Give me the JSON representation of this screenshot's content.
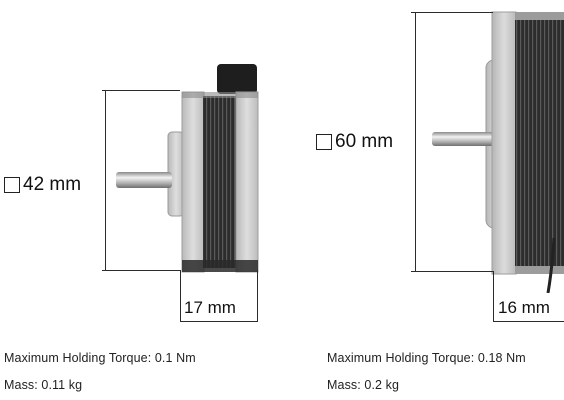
{
  "motors": [
    {
      "size_label": "42 mm",
      "depth_label": "17 mm",
      "torque_text": "Maximum Holding Torque: 0.1 Nm",
      "mass_text": "Mass: 0.11 kg"
    },
    {
      "size_label": "60 mm",
      "depth_label": "16 mm",
      "torque_text": "Maximum Holding Torque: 0.18 Nm",
      "mass_text": "Mass: 0.2 kg"
    }
  ],
  "colors": {
    "dimension_line": "#2b2b2b",
    "aluminum": "#c9c9c9",
    "stack_dark": "#2a2a2a"
  },
  "icons": {
    "square_symbol": "square-icon"
  }
}
